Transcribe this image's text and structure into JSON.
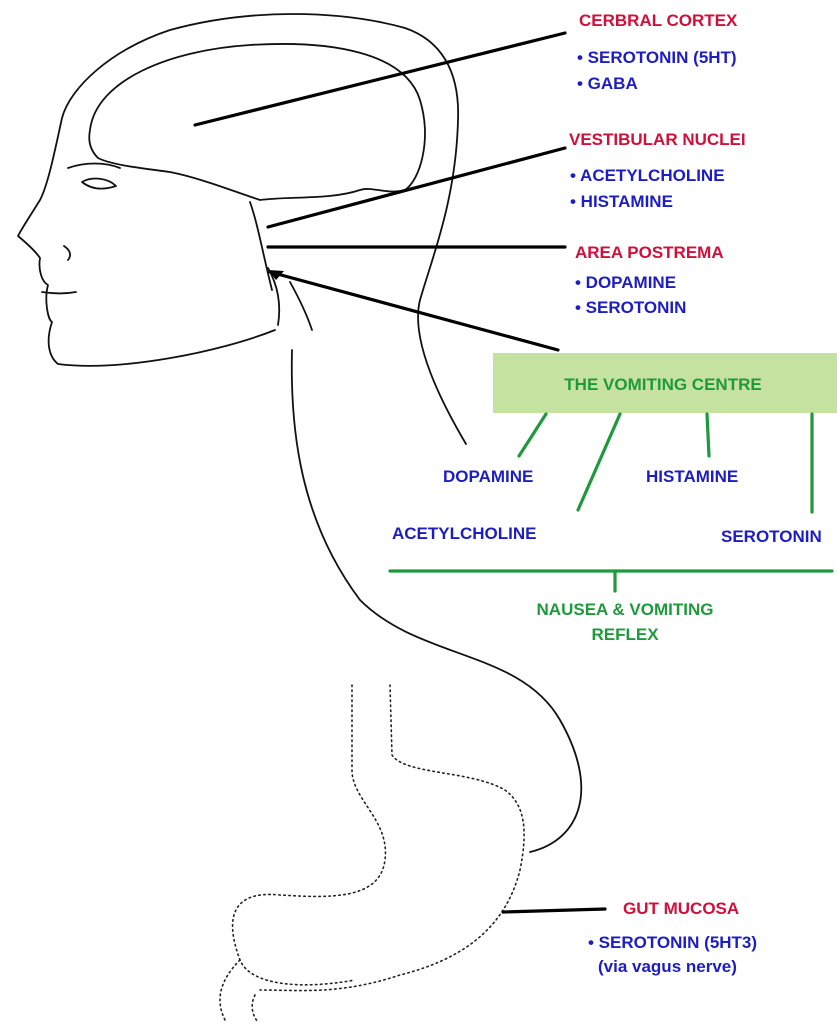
{
  "colors": {
    "region_label": "#d0103a",
    "neurotransmitter": "#1d1dc4",
    "centre_text": "#1e9a3c",
    "centre_box": "#c6e2a0",
    "connector": "#1e9a3c"
  },
  "regions": {
    "cerebral_cortex": {
      "title": "CERBRAL CORTEX",
      "items": [
        "• SEROTONIN (5HT)",
        "• GABA"
      ]
    },
    "vestibular_nuclei": {
      "title": "VESTIBULAR NUCLEI",
      "items": [
        "• ACETYLCHOLINE",
        "• HISTAMINE"
      ]
    },
    "area_postrema": {
      "title": "AREA POSTREMA",
      "items": [
        "• DOPAMINE",
        "• SEROTONIN"
      ]
    },
    "gut_mucosa": {
      "title": "GUT MUCOSA",
      "items": [
        "• SEROTONIN (5HT3)",
        "(via vagus nerve)"
      ]
    }
  },
  "vomiting_centre": {
    "label": "THE VOMITING CENTRE",
    "transmitters": [
      "DOPAMINE",
      "ACETYLCHOLINE",
      "HISTAMINE",
      "SEROTONIN"
    ]
  },
  "reflex": {
    "lines": [
      "NAUSEA & VOMITING",
      "REFLEX"
    ]
  }
}
